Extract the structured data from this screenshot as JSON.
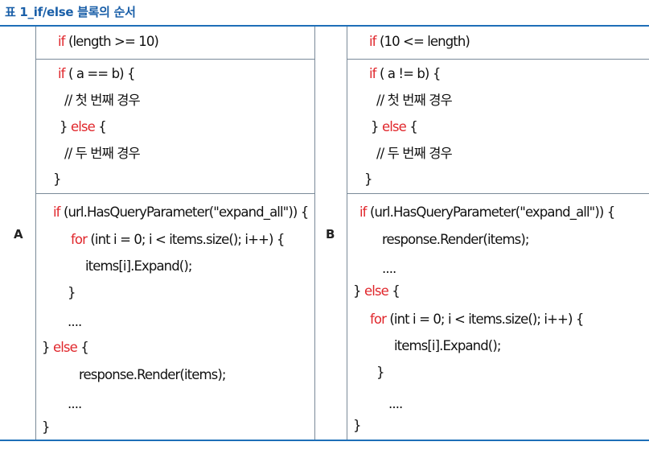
{
  "caption": "표 1_if/else 블록의 순서",
  "labels": {
    "a": "A",
    "b": "B"
  },
  "column_a": {
    "block1": [
      "if (length >= 10)"
    ],
    "block2": [
      "if ( a == b) {",
      "// 첫 번째 경우",
      "} else {",
      "// 두 번째 경우",
      "}"
    ],
    "block3": [
      "if (url.HasQueryParameter(\"expand_all\")) {",
      "for (int i = 0; i < items.size(); i++) {",
      "items[i].Expand();",
      "}",
      "....",
      "} else {",
      "response.Render(items);",
      "....",
      "}"
    ]
  },
  "column_b": {
    "block1": [
      "if (10 <= length)"
    ],
    "block2": [
      "if ( a != b) {",
      "// 첫 번째 경우",
      "} else {",
      "// 두 번째 경우",
      "}"
    ],
    "block3": [
      "if (url.HasQueryParameter(\"expand_all\")) {",
      "response.Render(items);",
      "....",
      "} else {",
      "for (int i = 0; i < items.size(); i++) {",
      "items[i].Expand();",
      "}",
      "....",
      "}"
    ]
  }
}
